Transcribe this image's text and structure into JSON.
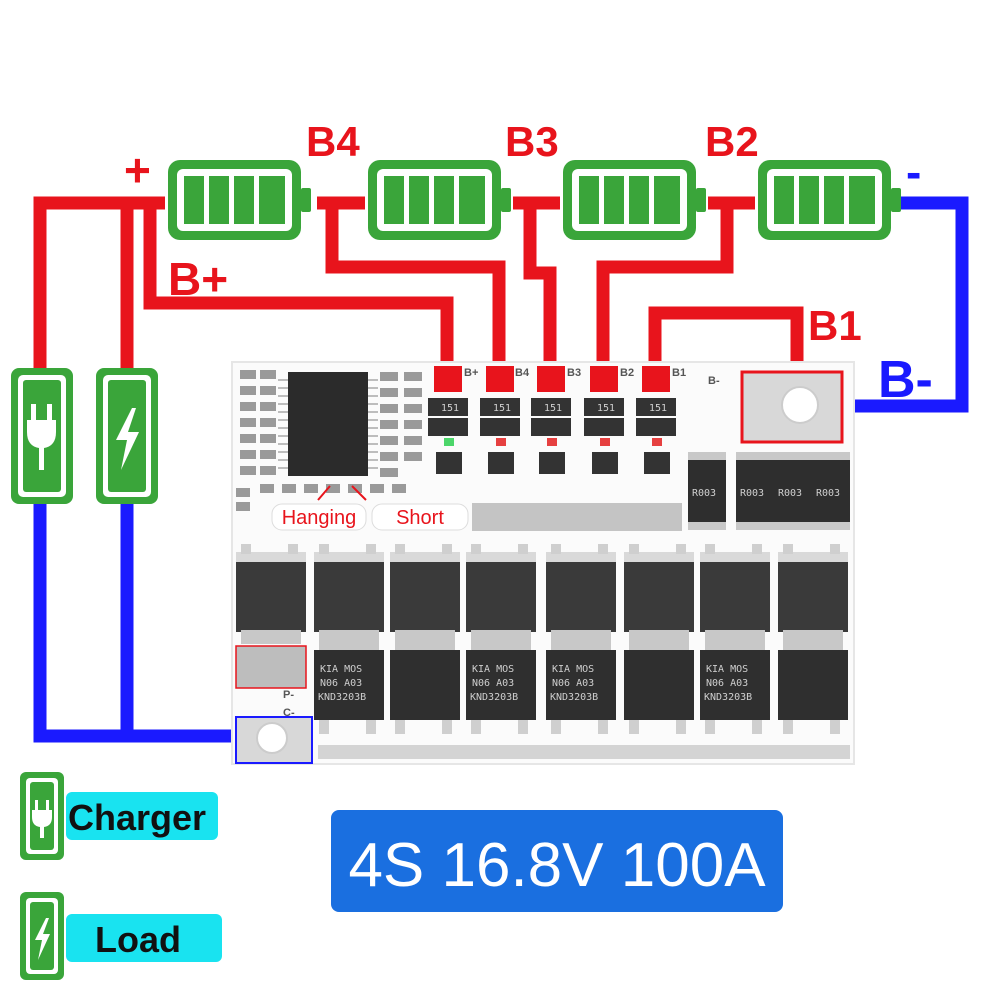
{
  "colors": {
    "positive_wire": "#e8141c",
    "negative_wire": "#1a1aff",
    "battery_green": "#3aa53a",
    "legend_label_bg": "#19e3f0",
    "spec_bg": "#1a6fe0"
  },
  "battery_labels": {
    "plus": "+",
    "minus": "-",
    "b4": "B4",
    "b3": "B3",
    "b2": "B2",
    "b1": "B1",
    "b_plus": "B+",
    "b_minus": "B-"
  },
  "pcb": {
    "pin_labels": [
      "B+",
      "B4",
      "B3",
      "B2",
      "B1"
    ],
    "b_minus_pad": "B-",
    "p_minus_pad": "P-",
    "c_minus_pad": "C-",
    "resistor_code": "151",
    "shunt_code": "R003",
    "mosfet_lines": [
      "KIA MOS",
      "N06 A03",
      "KND3203B"
    ],
    "hanging_label": "Hanging",
    "short_label": "Short"
  },
  "legend": {
    "charger_icon": "plug-icon",
    "charger_label": "Charger",
    "load_icon": "lightning-icon",
    "load_label": "Load"
  },
  "spec": {
    "text": "4S 16.8V 100A"
  }
}
